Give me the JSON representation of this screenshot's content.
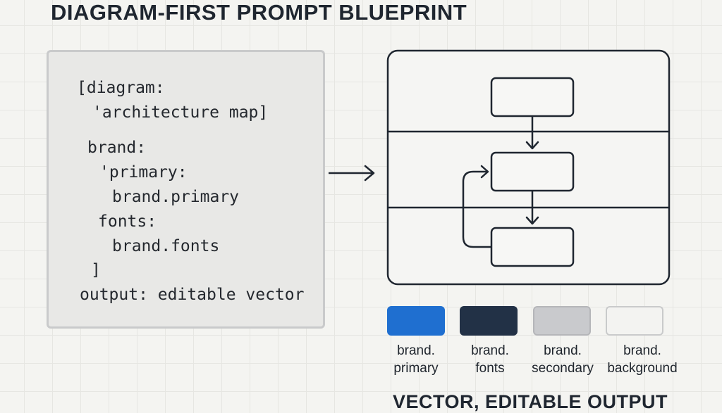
{
  "title": "DIAGRAM-FIRST PROMPT BLUEPRINT",
  "code": {
    "lines": [
      "[diagram:",
      "'architecture map]",
      "brand:",
      "'primary:",
      "brand.primary",
      "fonts:",
      "brand.fonts",
      "]",
      "output: editable vector"
    ]
  },
  "swatches": [
    {
      "color": "#1f6fd0",
      "label_line1": "brand.",
      "label_line2": "primary"
    },
    {
      "color": "#223146",
      "label_line1": "brand.",
      "label_line2": "fonts"
    },
    {
      "color": "#c9cacd",
      "label_line1": "brand.",
      "label_line2": "secondary"
    },
    {
      "color": "#f3f3f1",
      "label_line1": "brand.",
      "label_line2": "background"
    }
  ],
  "footer": "VECTOR, EDITABLE OUTPUT"
}
